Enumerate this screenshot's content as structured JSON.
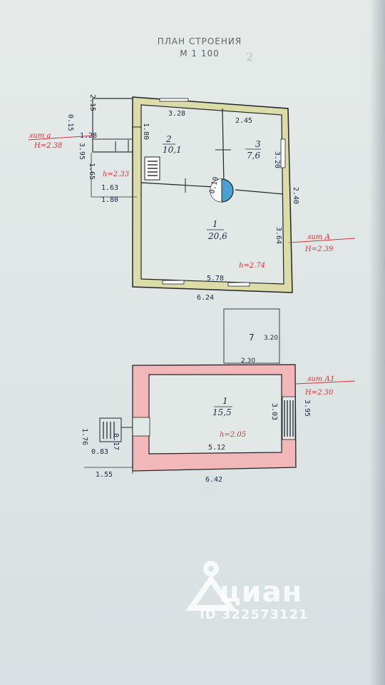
{
  "header": {
    "title": "ПЛАН СТРОЕНИЯ",
    "scale": "М 1 100",
    "mark": "2"
  },
  "floor1": {
    "rooms": [
      {
        "number": "2",
        "area": "10,1"
      },
      {
        "number": "3",
        "area": "7,6"
      },
      {
        "number": "1",
        "area": "20,6"
      }
    ],
    "dims": {
      "top_left": "3.28",
      "top_right": "2.45",
      "room2_height": "1.80",
      "right_upper": "3.20",
      "right_outer": "2.40",
      "right_lower": "3.64",
      "bottom_inner": "5.78",
      "bottom_outer": "6.24",
      "porch_top_a": "2.15",
      "porch_top_b": "0.15",
      "porch_mid": "1.28",
      "porch_side": "3.95",
      "porch_low": "1.65",
      "porch_w_inner": "1.63",
      "porch_w_outer": "1.80",
      "stove_label": "0.10"
    },
    "heights": {
      "porch": "h=2.33",
      "main": "h=2.74"
    },
    "labels": {
      "left_name": "лит а",
      "left_height": "H=2.38",
      "right_name": "лит А",
      "right_height": "H=2.39"
    }
  },
  "annex": {
    "number": "7",
    "dim_right": "3.20",
    "dim_bottom": "2.30"
  },
  "floor2": {
    "room": {
      "number": "1",
      "area": "15,5"
    },
    "dims": {
      "inner_width": "5.12",
      "outer_width": "6.42",
      "inner_height": "3.03",
      "outer_height": "3.95",
      "left_step": "1.76",
      "left_step_a": "0.17",
      "left_step_b": "0.83",
      "left_width": "1.55"
    },
    "heights": {
      "main": "h=2.05"
    },
    "labels": {
      "right_name": "лит А1",
      "right_height": "H=2.30"
    }
  },
  "watermark": {
    "brand": "циан",
    "id": "ID 322573121"
  },
  "colors": {
    "wall_fill": "#dcdca8",
    "wall_stroke": "#22242a",
    "brick": "#f2b7b9",
    "red_ink": "#d8343c",
    "blue_ink": "#1f2a44",
    "stove": "#4aa0cf"
  }
}
